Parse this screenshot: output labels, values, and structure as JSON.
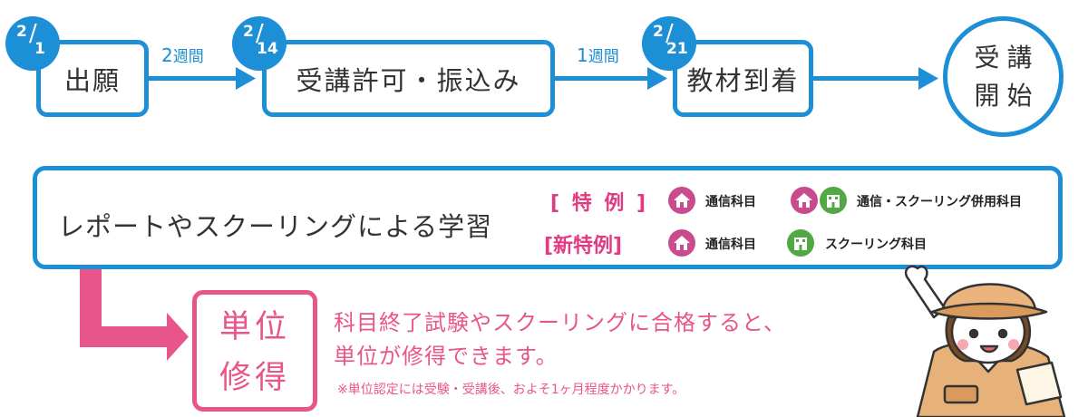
{
  "steps": [
    {
      "date_month": "2",
      "date_day": "1",
      "label": "出願"
    },
    {
      "date_month": "2",
      "date_day": "14",
      "label": "受講許可・振込み"
    },
    {
      "date_month": "2",
      "date_day": "21",
      "label": "教材到着"
    }
  ],
  "durations": [
    {
      "num": "2",
      "unit": "週間"
    },
    {
      "num": "1",
      "unit": "週間"
    }
  ],
  "goal": {
    "line1": "受講",
    "line2": "開始"
  },
  "study": {
    "label": "レポートやスクーリングによる学習",
    "special_label": "[ 特 例 ]",
    "new_special_label": "[新特例]",
    "special_items": [
      "通信科目",
      "通信・スクーリング併用科目"
    ],
    "new_special_items": [
      "通信科目",
      "スクーリング科目"
    ]
  },
  "credit": {
    "box_line1": "単位",
    "box_line2": "修得",
    "message_line1": "科目終了試験やスクーリングに合格すると、",
    "message_line2": "単位が修得できます。",
    "note": "※単位認定には受験・受講後、およそ1ヶ月程度かかります。"
  },
  "colors": {
    "blue": "#1d8fd6",
    "pink": "#e8558a",
    "home_icon": "#c94b8d",
    "school_icon": "#52a844"
  },
  "icons": [
    "home-icon",
    "school-icon"
  ]
}
